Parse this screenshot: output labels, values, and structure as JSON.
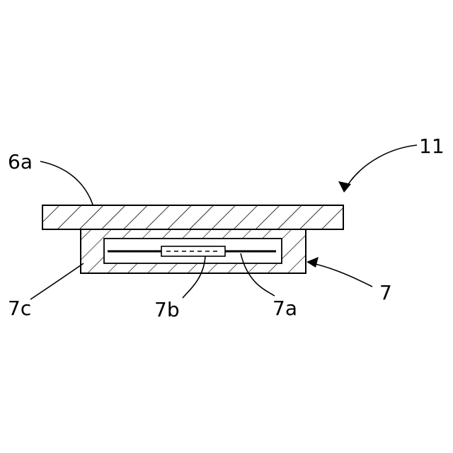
{
  "figure": {
    "labels": {
      "assembly": "11",
      "plate": "6a",
      "housing": "7",
      "housing_body": "7c",
      "insert_element": "7b",
      "insert_frame": "7a"
    }
  }
}
